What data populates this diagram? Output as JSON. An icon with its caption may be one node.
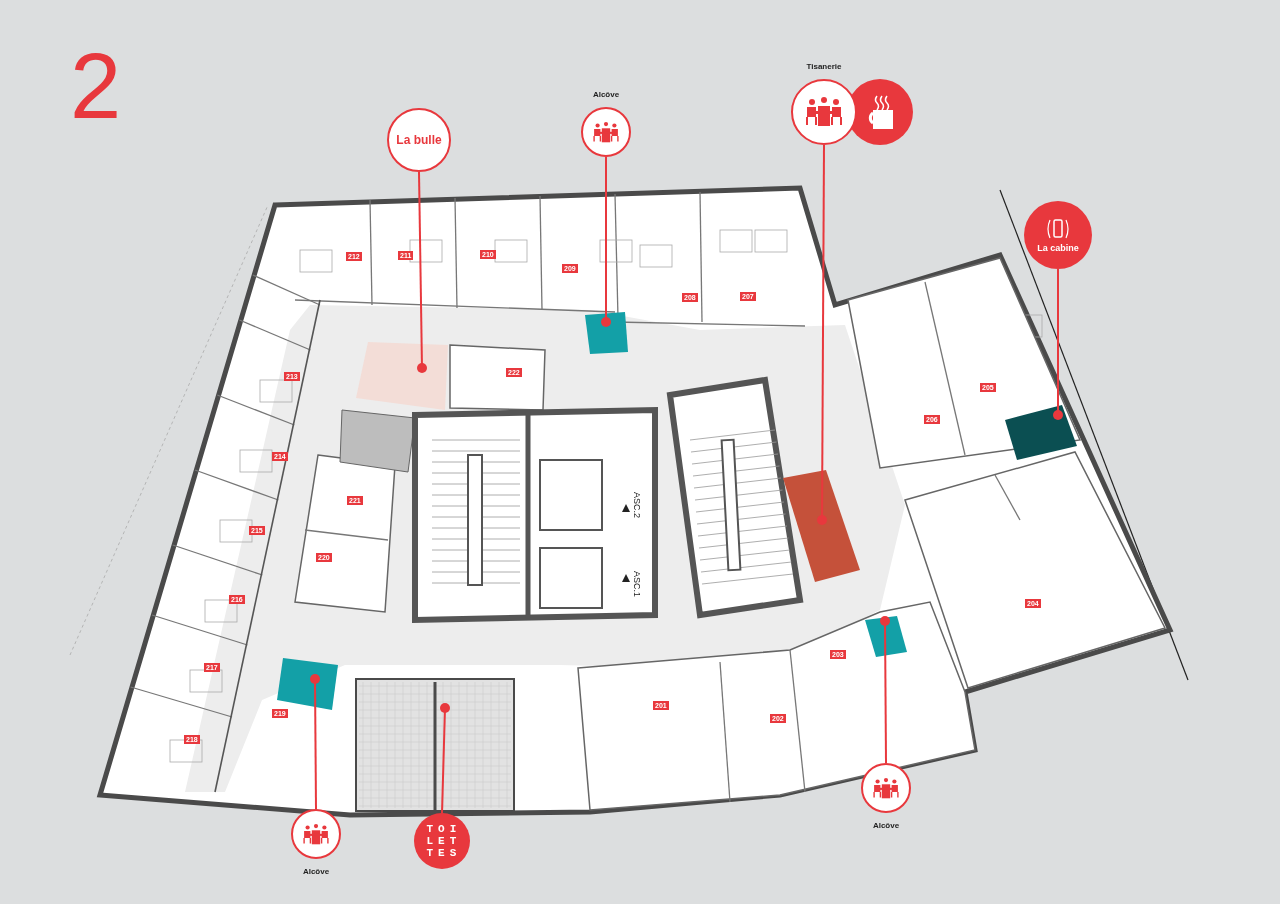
{
  "diagram": {
    "nodes": [
      {
        "text": [
          "Tisanerie"
        ]
      },
      {
        "text": [
          "Alcôve"
        ]
      },
      {
        "text": [
          "La bulle"
        ]
      },
      {
        "text": [
          "La cabine"
        ]
      },
      {
        "text": [],
        "shape": "box"
      },
      {
        "text": [],
        "shape": "box"
      },
      {
        "text": [],
        "shape": "box"
      },
      {
        "text": [],
        "shape": "box"
      },
      {
        "text": [],
        "shape": "box"
      },
      {
        "text": [],
        "shape": "box"
      },
      {
        "text": [],
        "shape": "box"
      },
      {
        "text": [
          "Alcôve"
        ]
      },
      {
        "text": [
          "Alcôve"
        ]
      },
      {
        "text": [
          "TOILETTES"
        ]
      }
    ],
    "edges": [
      {
        "from": 0,
        "to": 7,
        "arrow": "other"
      },
      {
        "from": 1,
        "to": 4,
        "arrow": "other"
      },
      {
        "from": 2,
        "to": 5,
        "arrow": "other"
      },
      {
        "from": 3,
        "to": 6,
        "arrow": "other"
      },
      {
        "from": 11,
        "to": 8,
        "arrow": "other"
      },
      {
        "from": 12,
        "to": 9,
        "arrow": "other"
      },
      {
        "from": 13,
        "to": 10,
        "arrow": "other"
      }
    ],
    "labels": [
      "2",
      "212",
      "211",
      "210",
      "209",
      "208",
      "207",
      "222",
      "213",
      "206",
      "205",
      "214",
      "221",
      "215",
      "220",
      "216",
      "204",
      "203",
      "217",
      "219",
      "201",
      "202",
      "218",
      "ASC.2",
      "ASC.1"
    ]
  }
}
